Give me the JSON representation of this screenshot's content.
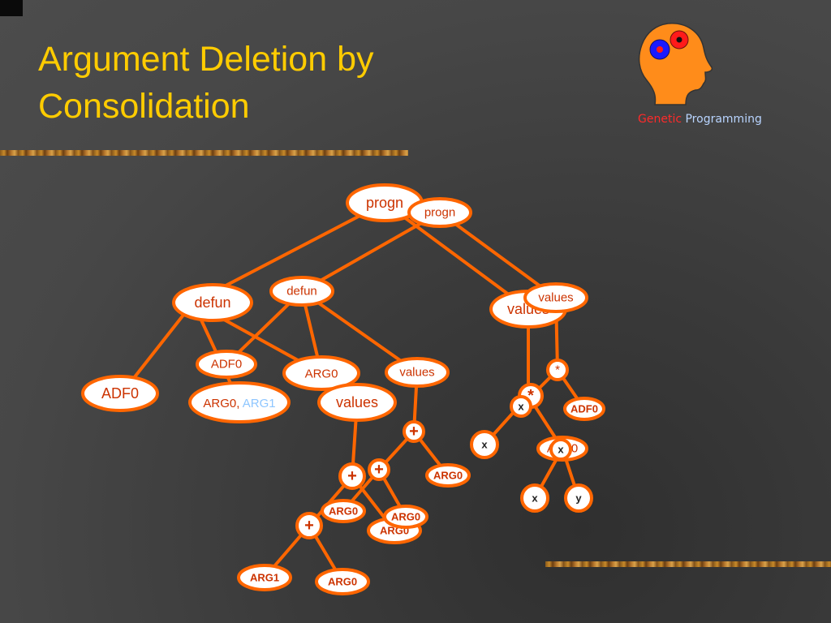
{
  "slide": {
    "title_line1": "Argument Deletion by",
    "title_line2": "Consolidation"
  },
  "logo": {
    "word1": "Genetic",
    "word2": "Programming",
    "colors": {
      "head": "#ff8c1a",
      "gear_red": "#ff1a1a",
      "gear_blue": "#1a1aff"
    }
  },
  "tree": {
    "labels": {
      "progn_a": "progn",
      "progn_b": "progn",
      "defun_a": "defun",
      "defun_b": "defun",
      "values_top_a": "values",
      "values_top_b": "values",
      "adf0_leaf": "ADF0",
      "adf0_name": "ADF0",
      "args_left": "ARG0, ",
      "args_right": "ARG1",
      "arg0_param": "ARG0",
      "values_mid_b": "values",
      "values_mid_a": "values",
      "plus_b": "+",
      "arg0_b": "ARG0",
      "plus_a1": "+",
      "plus_b2": "+",
      "plus_a2": "+",
      "arg0_a1": "ARG0",
      "arg0_b2": "ARG0",
      "arg0_b3": "ARG0",
      "arg1_a": "ARG1",
      "arg0_a2": "ARG0",
      "star_b": "*",
      "star_a": "*",
      "x_b1": "x",
      "adf0_call": "ADF0",
      "x_a1": "x",
      "adf0_hidden": "ADF0",
      "x_b2": "x",
      "x_a2": "x",
      "y_a": "y"
    }
  }
}
